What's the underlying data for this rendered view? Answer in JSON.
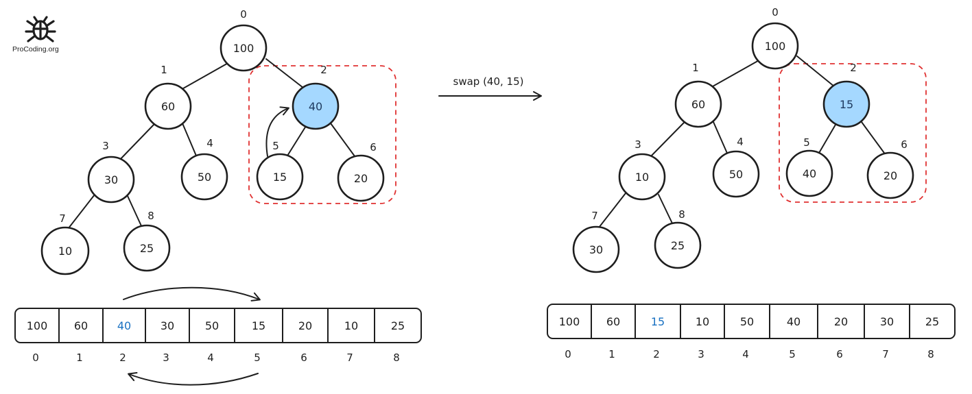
{
  "brand": {
    "logo_text": "ProCoding.org",
    "logo_icon": "bug-icon"
  },
  "colors": {
    "highlight_fill": "#a5d8ff",
    "highlight_text": "#1971c2",
    "box_stroke": "#e03131",
    "ink": "#1e1e1e"
  },
  "operation_label": "swap (40, 15)",
  "before": {
    "nodes": [
      {
        "index": "0",
        "value": "100"
      },
      {
        "index": "1",
        "value": "60"
      },
      {
        "index": "2",
        "value": "40"
      },
      {
        "index": "3",
        "value": "30"
      },
      {
        "index": "4",
        "value": "50"
      },
      {
        "index": "5",
        "value": "15"
      },
      {
        "index": "6",
        "value": "20"
      },
      {
        "index": "7",
        "value": "10"
      },
      {
        "index": "8",
        "value": "25"
      }
    ],
    "highlight_index": 2,
    "array": [
      "100",
      "60",
      "40",
      "30",
      "50",
      "15",
      "20",
      "10",
      "25"
    ],
    "array_indices": [
      "0",
      "1",
      "2",
      "3",
      "4",
      "5",
      "6",
      "7",
      "8"
    ]
  },
  "after": {
    "nodes": [
      {
        "index": "0",
        "value": "100"
      },
      {
        "index": "1",
        "value": "60"
      },
      {
        "index": "2",
        "value": "15"
      },
      {
        "index": "3",
        "value": "10"
      },
      {
        "index": "4",
        "value": "50"
      },
      {
        "index": "5",
        "value": "40"
      },
      {
        "index": "6",
        "value": "20"
      },
      {
        "index": "7",
        "value": "30"
      },
      {
        "index": "8",
        "value": "25"
      }
    ],
    "highlight_index": 2,
    "array": [
      "100",
      "60",
      "15",
      "10",
      "50",
      "40",
      "20",
      "30",
      "25"
    ],
    "array_indices": [
      "0",
      "1",
      "2",
      "3",
      "4",
      "5",
      "6",
      "7",
      "8"
    ]
  }
}
